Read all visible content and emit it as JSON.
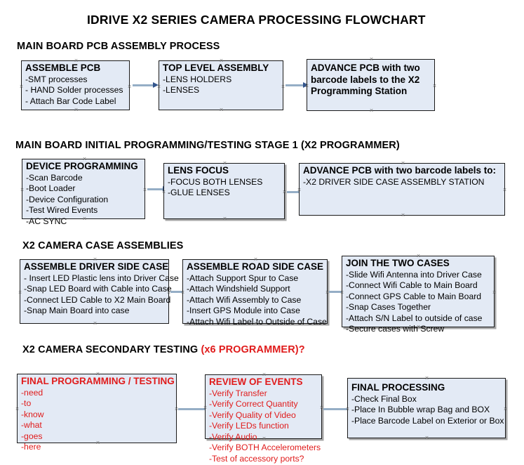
{
  "document": {
    "title": "IDRIVE X2  SERIES CAMERA PROCESSING FLOWCHART",
    "colors": {
      "node_fill": "#e3eaf5",
      "node_border": "#1a1a1a",
      "connector_line": "#95aec6",
      "connector_head": "#33558c",
      "accent_red": "#e01b1b",
      "text": "#000000",
      "background": "#ffffff"
    }
  },
  "sections": [
    {
      "id": "main-board-pcb-assembly",
      "heading": "MAIN BOARD PCB ASSEMBLY PROCESS",
      "heading_accent": "",
      "nodes": [
        {
          "id": "assemble-pcb",
          "title": "ASSEMBLE PCB",
          "lines": [
            "-SMT processes",
            "- HAND Solder processes",
            "- Attach Bar Code Label"
          ],
          "text_color": "black"
        },
        {
          "id": "top-level-assembly",
          "title": "TOP LEVEL ASSEMBLY",
          "lines": [
            "-LENS HOLDERS",
            "-LENSES"
          ],
          "text_color": "black"
        },
        {
          "id": "advance-pcb-to-x2-programming-station",
          "title": "ADVANCE PCB with two barcode labels to the  X2 Programming Station",
          "lines": [],
          "text_color": "black"
        }
      ]
    },
    {
      "id": "main-board-initial-programming",
      "heading": "MAIN BOARD INITIAL PROGRAMMING/TESTING STAGE 1 (X2 PROGRAMMER)",
      "heading_accent": "",
      "nodes": [
        {
          "id": "device-programming",
          "title": "DEVICE PROGRAMMING",
          "lines": [
            "-Scan Barcode",
            "-Boot Loader",
            "-Device Configuration",
            "-Test Wired Events",
            "-AC SYNC"
          ],
          "text_color": "black"
        },
        {
          "id": "lens-focus",
          "title": "LENS FOCUS",
          "lines": [
            "-FOCUS BOTH LENSES",
            "-GLUE LENSES"
          ],
          "text_color": "black"
        },
        {
          "id": "advance-pcb-to-driver-side-case-station",
          "title": "ADVANCE PCB with two barcode labels to:",
          "lines": [
            "-X2 DRIVER  SIDE  CASE  ASSEMBLY STATION"
          ],
          "text_color": "black"
        }
      ]
    },
    {
      "id": "x2-camera-case-assemblies",
      "heading": "X2 CAMERA CASE ASSEMBLIES",
      "heading_accent": "",
      "nodes": [
        {
          "id": "assemble-driver-side-case",
          "title": "ASSEMBLE DRIVER SIDE CASE",
          "lines": [
            "- Insert LED Plastic lens into Driver Case",
            "-Snap LED Board with Cable into Case",
            "-Connect LED Cable to X2 Main Board",
            "-Snap Main Board into case"
          ],
          "text_color": "black"
        },
        {
          "id": "assemble-road-side-case",
          "title": "ASSEMBLE ROAD SIDE CASE",
          "lines": [
            "-Attach Support Spur to Case",
            "-Attach Windshield Support",
            "-Attach Wifi Assembly to Case",
            "-Insert GPS Module into Case",
            "-Attach Wifi Label to Outside of Case"
          ],
          "text_color": "black"
        },
        {
          "id": "join-the-two-cases",
          "title": "JOIN THE TWO CASES",
          "lines": [
            "-Slide Wifi Antenna into Driver Case",
            "-Connect Wifi Cable to Main Board",
            "-Connect GPS Cable to Main Board",
            "-Snap Cases Together",
            "-Attach S/N Label to outside of case",
            "-Secure cases with Screw"
          ],
          "text_color": "black"
        }
      ]
    },
    {
      "id": "x2-camera-secondary-testing",
      "heading": "X2 CAMERA SECONDARY TESTING  ",
      "heading_accent": "(x6 PROGRAMMER)?",
      "nodes": [
        {
          "id": "final-programming-testing",
          "title": "FINAL PROGRAMMING / TESTING",
          "lines": [
            "-need",
            "-to",
            "-know",
            "-what",
            "-goes",
            "-here"
          ],
          "text_color": "red"
        },
        {
          "id": "review-of-events",
          "title": "REVIEW OF EVENTS",
          "lines": [
            "-Verify Transfer",
            "-Verify Correct Quantity",
            "-Verify Quality of Video",
            "-Verify LEDs function",
            "-Verify Audio",
            "-Verify BOTH Accelerometers",
            "-Test of accessory ports?"
          ],
          "text_color": "red"
        },
        {
          "id": "final-processing",
          "title": "FINAL PROCESSING",
          "lines": [
            " -Check Final Box",
            "-Place In Bubble wrap Bag and BOX",
            "-Place Barcode Label on Exterior or Box"
          ],
          "text_color": "black"
        }
      ]
    }
  ]
}
